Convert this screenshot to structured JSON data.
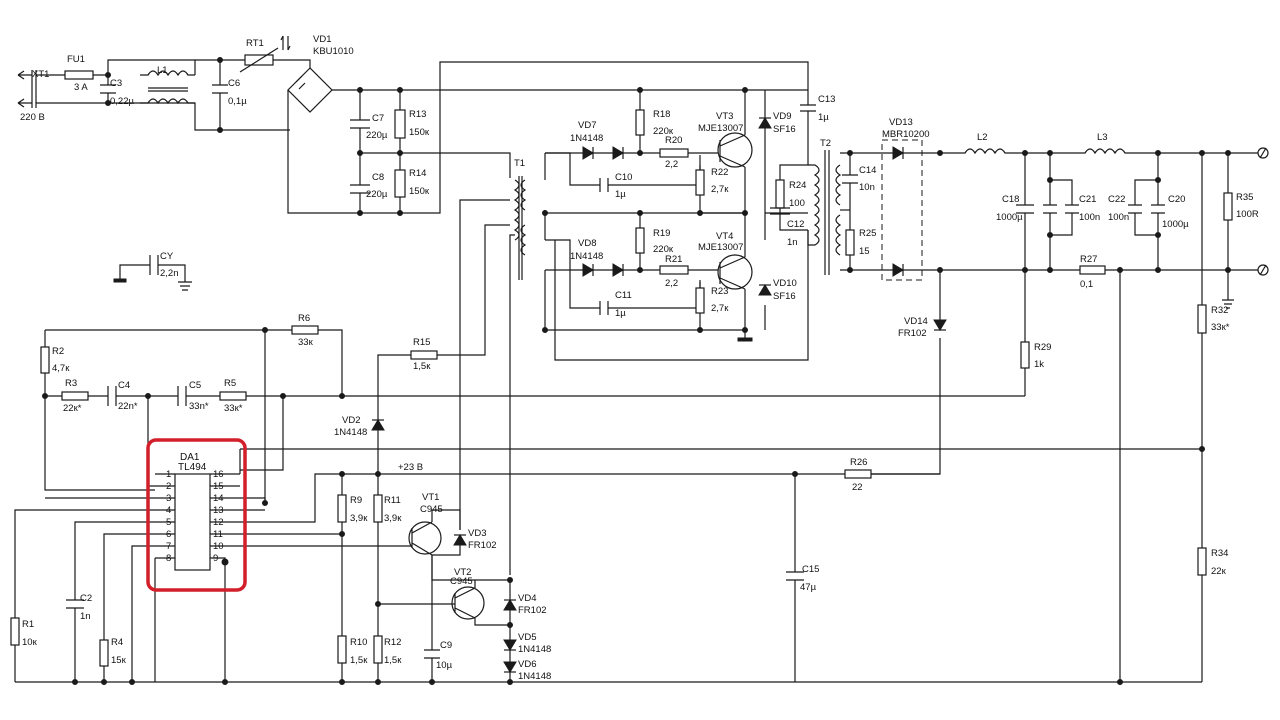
{
  "highlight_color": "#d21f2a",
  "line_color": "#1a1a1a",
  "labels": {
    "xt1": "XT1",
    "mains": "220 В",
    "fu1": "FU1",
    "fu1_v": "3 A",
    "c3": "C3",
    "c3_v": "0,22µ",
    "l1": "L1",
    "rt1": "RT1",
    "vd1": "VD1",
    "vd1_v": "KBU1010",
    "c6": "C6",
    "c6_v": "0,1µ",
    "c7": "C7",
    "c7_v": "220µ",
    "c8": "C8",
    "c8_v": "220µ",
    "r13": "R13",
    "r13_v": "150к",
    "r14": "R14",
    "r14_v": "150к",
    "t1": "T1",
    "vd7": "VD7",
    "vd7_v": "1N4148",
    "vd8": "VD8",
    "vd8_v": "1N4148",
    "r18": "R18",
    "r18_v": "220к",
    "r19": "R19",
    "r19_v": "220к",
    "r20": "R20",
    "r20_v": "2,2",
    "r21": "R21",
    "r21_v": "2,2",
    "c10": "C10",
    "c10_v": "1µ",
    "c11": "C11",
    "c11_v": "1µ",
    "r22": "R22",
    "r22_v": "2,7к",
    "r23": "R23",
    "r23_v": "2,7к",
    "vt3": "VT3",
    "vt3_v": "MJE13007",
    "vt4": "VT4",
    "vt4_v": "MJE13007",
    "vd9": "VD9",
    "vd9_v": "SF16",
    "vd10": "VD10",
    "vd10_v": "SF16",
    "c13": "C13",
    "c13_v": "1µ",
    "r24": "R24",
    "r24_v": "100",
    "c12": "C12",
    "c12_v": "1n",
    "t2": "T2",
    "c14": "C14",
    "c14_v": "10n",
    "r25": "R25",
    "r25_v": "15",
    "vd13": "VD13",
    "vd13_v": "MBR10200",
    "l2": "L2",
    "l3": "L3",
    "c18": "C18",
    "c18_v": "1000µ",
    "c21": "C21",
    "c21_v": "100n",
    "c22": "C22",
    "c22_v": "100n",
    "c20": "C20",
    "c20_v": "1000µ",
    "r35": "R35",
    "r35_v": "100R",
    "r27": "R27",
    "r27_v": "0,1",
    "cy": "CY",
    "cy_v": "2,2n",
    "r6": "R6",
    "r6_v": "33к",
    "r2": "R2",
    "r2_v": "4,7к",
    "r3": "R3",
    "r3_v": "22к*",
    "c4": "C4",
    "c4_v": "22n*",
    "c5": "C5",
    "c5_v": "33n*",
    "r5": "R5",
    "r5_v": "33к*",
    "r15": "R15",
    "r15_v": "1,5к",
    "vd14": "VD14",
    "vd14_v": "FR102",
    "r29": "R29",
    "r29_v": "1k",
    "r32": "R32",
    "r32_v": "33к*",
    "vd2": "VD2",
    "vd2_v": "1N4148",
    "da1": "DA1",
    "da1_v": "TL494",
    "plus23": "+23 В",
    "r26": "R26",
    "r26_v": "22",
    "r9": "R9",
    "r9_v": "3,9к",
    "r11": "R11",
    "r11_v": "3,9к",
    "vt1": "VT1",
    "vt1_v": "C945",
    "vd3": "VD3",
    "vd3_v": "FR102",
    "vt2": "VT2",
    "vt2_v": "C945",
    "vd4": "VD4",
    "vd4_v": "FR102",
    "c15": "C15",
    "c15_v": "47µ",
    "r34": "R34",
    "r34_v": "22к",
    "c2": "C2",
    "c2_v": "1n",
    "r1": "R1",
    "r1_v": "10к",
    "r4": "R4",
    "r4_v": "15к",
    "r10": "R10",
    "r10_v": "1,5к",
    "r12": "R12",
    "r12_v": "1,5к",
    "c9": "C9",
    "c9_v": "10µ",
    "vd5": "VD5",
    "vd5_v": "1N4148",
    "vd6": "VD6",
    "vd6_v": "1N4148"
  },
  "ic_pins_left": [
    "1",
    "2",
    "3",
    "4",
    "5",
    "6",
    "7",
    "8"
  ],
  "ic_pins_right": [
    "16",
    "15",
    "14",
    "13",
    "12",
    "11",
    "10",
    "9"
  ]
}
